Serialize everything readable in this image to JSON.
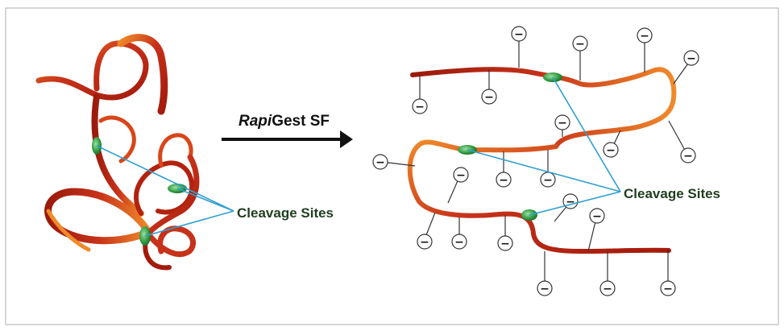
{
  "figure": {
    "reagent_italic": "Rapi",
    "reagent_rest": "Gest SF",
    "left_label": "Cleavage Sites",
    "right_label": "Cleavage Sites",
    "charge_symbol": "−"
  },
  "colors": {
    "ribbon_dark": "#b3220f",
    "ribbon_mid": "#d8461a",
    "ribbon_light": "#f08a2a",
    "site_green": "#2f9a3f",
    "leader_blue": "#2f9fd0",
    "arrow": "#111111",
    "border": "#c9c9c9"
  }
}
